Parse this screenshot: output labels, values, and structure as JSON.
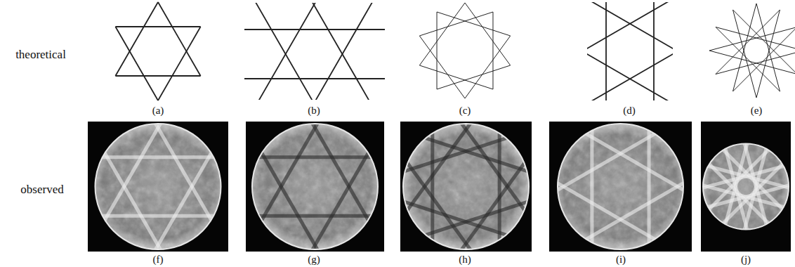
{
  "diagram": {
    "labels": [
      "theoretical",
      "observed",
      "(a)",
      "(b)",
      "(c)",
      "(d)",
      "(e)",
      "(f)",
      "(g)",
      "(h)",
      "(i)",
      "(j)"
    ]
  }
}
